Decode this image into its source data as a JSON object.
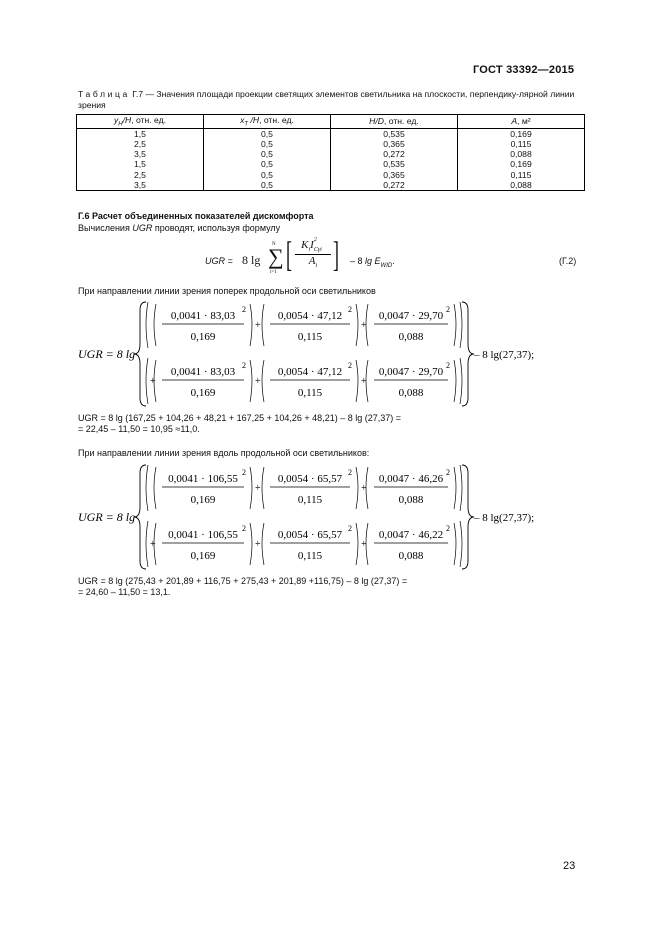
{
  "header": {
    "standard": "ГОСТ 33392—2015"
  },
  "table": {
    "caption_label": "Таблица",
    "caption_text": " Г.7 — Значения площади проекции светящих элементов светильника на плоскости, перпендику-лярной линии зрения",
    "headers": [
      "y_H/H, отн. ед.",
      "x_T /H, отн. ед.",
      "H/D, отн. ед.",
      "A, м²"
    ],
    "rows": [
      [
        "1,5",
        "0,5",
        "0,535",
        "0,169"
      ],
      [
        "2,5",
        "0,5",
        "0,365",
        "0,115"
      ],
      [
        "3,5",
        "0,5",
        "0,272",
        "0,088"
      ],
      [
        "1,5",
        "0,5",
        "0,535",
        "0,169"
      ],
      [
        "2,5",
        "0,5",
        "0,365",
        "0,115"
      ],
      [
        "3,5",
        "0,5",
        "0,272",
        "0,088"
      ]
    ]
  },
  "section": {
    "title": "Г.6 Расчет объединенных показателей дискомфорта",
    "intro_before": "Вычисления ",
    "intro_ugr": "UGR",
    "intro_after": " проводят, используя формулу",
    "formula_lhs": "UGR =",
    "formula_num": "(Г.2)"
  },
  "across": {
    "label": "При направлении линии зрения поперек продольной оси светильников",
    "terms_top": [
      {
        "num": "0,0041 · 83,03",
        "den": "0,169"
      },
      {
        "num": "0,0054 · 47,12",
        "den": "0,115"
      },
      {
        "num": "0,0047 · 29,70",
        "den": "0,088"
      }
    ],
    "terms_bottom": [
      {
        "num": "0,0041 · 83,03",
        "den": "0,169"
      },
      {
        "num": "0,0054 · 47,12",
        "den": "0,115"
      },
      {
        "num": "0,0047 · 29,70",
        "den": "0,088"
      }
    ],
    "result_line1": "UGR = 8 lg (167,25 + 104,26 + 48,21 + 167,25 + 104,26 + 48,21) – 8 lg (27,37) =",
    "result_line2": "= 22,45 – 11,50 = 10,95 ≈11,0."
  },
  "along": {
    "label": "При направлении линии зрения вдоль продольной оси светильников:",
    "terms_top": [
      {
        "num": "0,0041 · 106,55",
        "den": "0,169"
      },
      {
        "num": "0,0054 · 65,57",
        "den": "0,115"
      },
      {
        "num": "0,0047 · 46,26",
        "den": "0,088"
      }
    ],
    "terms_bottom": [
      {
        "num": "0,0041 · 106,55",
        "den": "0,169"
      },
      {
        "num": "0,0054 · 65,57",
        "den": "0,115"
      },
      {
        "num": "0,0047 · 46,22",
        "den": "0,088"
      }
    ],
    "result_line1": "UGR = 8 lg (275,43 + 201,89 + 116,75 + 275,43 + 201,89 +116,75) – 8 lg (27,37) =",
    "result_line2": "= 24,60 – 11,50 = 13,1."
  },
  "common": {
    "ugr_lhs": "UGR = 8 lg",
    "tail": "– 8 lg(27,37);"
  },
  "footer": {
    "page_number": "23"
  }
}
